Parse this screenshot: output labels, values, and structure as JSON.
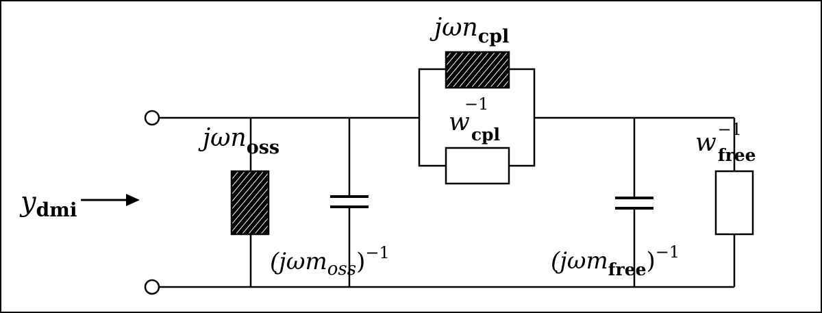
{
  "labels": {
    "input_admittance": {
      "main": "y",
      "sub": "dmi"
    },
    "mass_oss": {
      "prefix": "jωn",
      "sub": "oss"
    },
    "compliance_oss": {
      "open": "(jωm",
      "sub": "oss",
      "close": ")",
      "sup": "−1"
    },
    "mass_cpl": {
      "prefix": "jωn",
      "sub": "cpl"
    },
    "resist_cpl": {
      "main": "w",
      "sub": "cpl",
      "sup": "−1"
    },
    "compliance_free": {
      "open": "(jωm",
      "sub": "free",
      "close": ")",
      "sup": "−1"
    },
    "resist_free": {
      "main": "w",
      "sub": "free",
      "sup": "−1"
    }
  },
  "colors": {
    "line": "#000000",
    "background": "#ffffff"
  }
}
